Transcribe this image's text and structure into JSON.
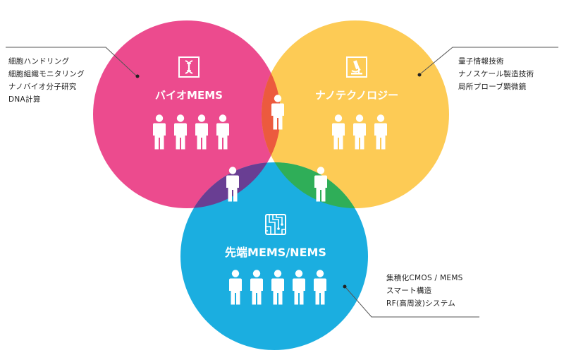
{
  "circles": {
    "bio": {
      "label": "バイオMEMS",
      "icon": "dna-icon",
      "color": "#EC4B8E",
      "people": 4,
      "items": [
        "細胞ハンドリング",
        "細胞組織モニタリング",
        "ナノバイオ分子研究",
        "DNA計算"
      ]
    },
    "nano": {
      "label": "ナノテクノロジー",
      "icon": "microscope-icon",
      "color": "#FDCB55",
      "people": 3,
      "items": [
        "量子情報技術",
        "ナノスケール製造技術",
        "局所プローブ顕微鏡"
      ]
    },
    "adv": {
      "label": "先端MEMS/NEMS",
      "icon": "circuit-icon",
      "color": "#1BAEE0",
      "people": 5,
      "items": [
        "集積化CMOS / MEMS",
        "スマート構造",
        "RF(高周波)システム"
      ]
    }
  },
  "overlaps": {
    "bio_nano": {
      "color": "#EC5A3E",
      "people": 1
    },
    "bio_adv": {
      "color": "#693E93",
      "people": 1
    },
    "nano_adv": {
      "color": "#2FAE58",
      "people": 1
    },
    "center": {
      "color": "#1A1A1A",
      "people": 0
    }
  }
}
